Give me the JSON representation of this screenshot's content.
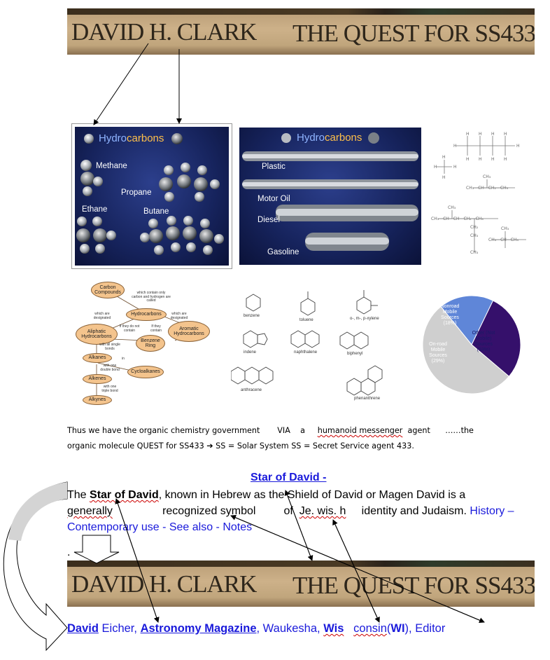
{
  "banner_top": {
    "author": "DAVID H. CLARK",
    "title": "THE QUEST FOR SS433"
  },
  "banner_bottom": {
    "author": "DAVID H. CLARK",
    "title": "THE QUEST FOR SS433"
  },
  "hydrocarbons_1": {
    "title_a": "Hydro",
    "title_b": "carbons",
    "labels": [
      "Methane",
      "Propane",
      "Ethane",
      "Butane"
    ]
  },
  "hydrocarbons_2": {
    "title_a": "Hydro",
    "title_b": "carbons",
    "labels": [
      "Plastic",
      "Motor Oil",
      "Diesel",
      "Gasoline"
    ]
  },
  "flowchart": {
    "nodes": [
      "Carbon Compounds",
      "Hydrocarbons",
      "Aliphatic Hydrocarbons",
      "Aromatic Hydrocarbons",
      "Benzene Ring",
      "Alkanes",
      "Cycloalkanes",
      "Alkenes",
      "Alkynes"
    ],
    "notes": [
      "which contain only carbon and hydrogen are called",
      "which are designated",
      "which are designated",
      "If they do not contain",
      "If they contain",
      "with all single bonds",
      "in",
      "with one double bond",
      "with one triple bond"
    ]
  },
  "rings": {
    "labels": [
      "benzene",
      "toluene",
      "o-, m-, p-xylene",
      "indene",
      "naphthalene",
      "biphenyl",
      "anthracene",
      "phenanthrene"
    ]
  },
  "pie": {
    "labels": [
      {
        "name": "Nonroad Mobile Sources",
        "pct": "(18%)"
      },
      {
        "name": "On-road Mobile Sources",
        "pct": "(29%)"
      },
      {
        "name": "Other (Not Mobile) Sources",
        "pct": "(53%)"
      }
    ],
    "values": [
      18,
      29,
      53
    ],
    "colors": [
      "#5f86d8",
      "#35106b",
      "#cfcfcf"
    ]
  },
  "text_line1": {
    "a": "Thus we have the organic chemistry government",
    "b": "VIA",
    "c": "a",
    "d": "humanoid messenger",
    "e": "agent",
    "f": "……the"
  },
  "text_line2": "organic molecule QUEST for  SS433 ➔ SS =  Solar System   SS =  Secret Service  agent 433.",
  "star_heading": "Star of David -",
  "para": {
    "the": "The",
    "bold": "Star of David",
    "rest1": ", known in Hebrew as the Shield of David or Magen David is a",
    "generally": "generally",
    "recognized": "recognized symbol",
    "of": "of",
    "jewish": "Je. wis. h",
    "identity": "identity and Judaism.",
    "history": "History –",
    "line3": "Contemporary use - See also - Notes",
    "dot": "."
  },
  "bottom": {
    "david": "David",
    "eicher": " Eicher, ",
    "astro": "Astronomy Magazine",
    "wauk": ", Waukesha, ",
    "wis": "Wis",
    "consin": "consin",
    "paren_open": "(",
    "wi": "WI",
    "paren_close": ")",
    "editor": ", Editor"
  }
}
